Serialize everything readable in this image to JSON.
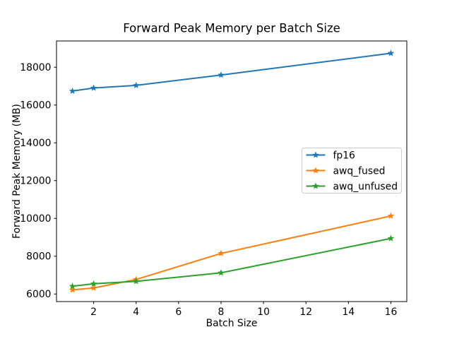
{
  "chart_data": {
    "type": "line",
    "title": "Forward Peak Memory per Batch Size",
    "xlabel": "Batch Size",
    "ylabel": "Forward Peak Memory (MB)",
    "x": [
      1,
      2,
      4,
      8,
      16
    ],
    "series": [
      {
        "name": "fp16",
        "color": "#1f77b4",
        "values": [
          16740,
          16900,
          17040,
          17590,
          18740
        ]
      },
      {
        "name": "awq_fused",
        "color": "#ff7f0e",
        "values": [
          6220,
          6320,
          6770,
          8150,
          10130
        ]
      },
      {
        "name": "awq_unfused",
        "color": "#2ca02c",
        "values": [
          6410,
          6540,
          6670,
          7120,
          8940
        ]
      }
    ],
    "xticks": [
      2,
      4,
      6,
      8,
      10,
      12,
      14,
      16
    ],
    "yticks": [
      6000,
      8000,
      10000,
      12000,
      14000,
      16000,
      18000
    ],
    "xlim": [
      0.25,
      16.75
    ],
    "ylim": [
      5600,
      19390
    ],
    "marker": "star",
    "grid": false,
    "legend": {
      "position": "center right",
      "entries": [
        "fp16",
        "awq_fused",
        "awq_unfused"
      ],
      "border_color": "#cccccc",
      "background": "#ffffff"
    },
    "axis_color": "#000000",
    "background": "#ffffff"
  }
}
